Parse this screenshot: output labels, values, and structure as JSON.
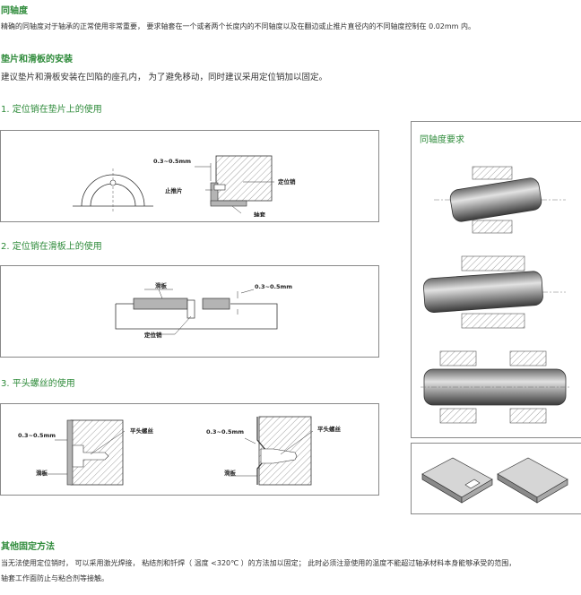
{
  "sections": {
    "coaxiality": {
      "title": "同轴度",
      "text": "精确的同轴度对于轴承的正常使用非常重要， 要求轴套在一个或者两个长度内的不同轴度以及在翻边或止推片直径内的不同轴度控制在 0.02mm 内。"
    },
    "install": {
      "title": "垫片和滑板的安装",
      "text": "建议垫片和滑板安装在凹陷的座孔内， 为了避免移动，同时建议采用定位销加以固定。"
    },
    "fig1": {
      "title": "1. 定位销在垫片上的使用",
      "gap": "0.3~0.5mm",
      "thrust_washer": "止推片",
      "pin": "定位销",
      "bottom_cut": "轴套"
    },
    "fig2": {
      "title": "2. 定位销在滑板上的使用",
      "slide_plate": "滑板",
      "gap": "0.3~0.5mm",
      "pin": "定位销"
    },
    "fig3": {
      "title": "3. 平头螺丝的使用",
      "left_gap": "0.3~0.5mm",
      "left_screw": "平头螺丝",
      "left_plate": "滑板",
      "right_gap": "0.3~0.5mm",
      "right_screw": "平头螺丝",
      "right_plate": "滑板"
    },
    "coaxiality_panel": {
      "title": "同轴度要求"
    },
    "other": {
      "title": "其他固定方法",
      "text1": "当无法使用定位销时， 可以采用激光焊接， 粘结剂和钎焊（ 温度 <320℃ ）的方法加以固定； 此时必须注意使用的温度不能超过轴承材料本身能够承受的范围，",
      "text2": "轴套工作面防止与粘合剂等接触。"
    }
  },
  "colors": {
    "heading_green": "#2e8b3a",
    "box_border": "#888888",
    "part_grey": "#b4b4b4"
  }
}
